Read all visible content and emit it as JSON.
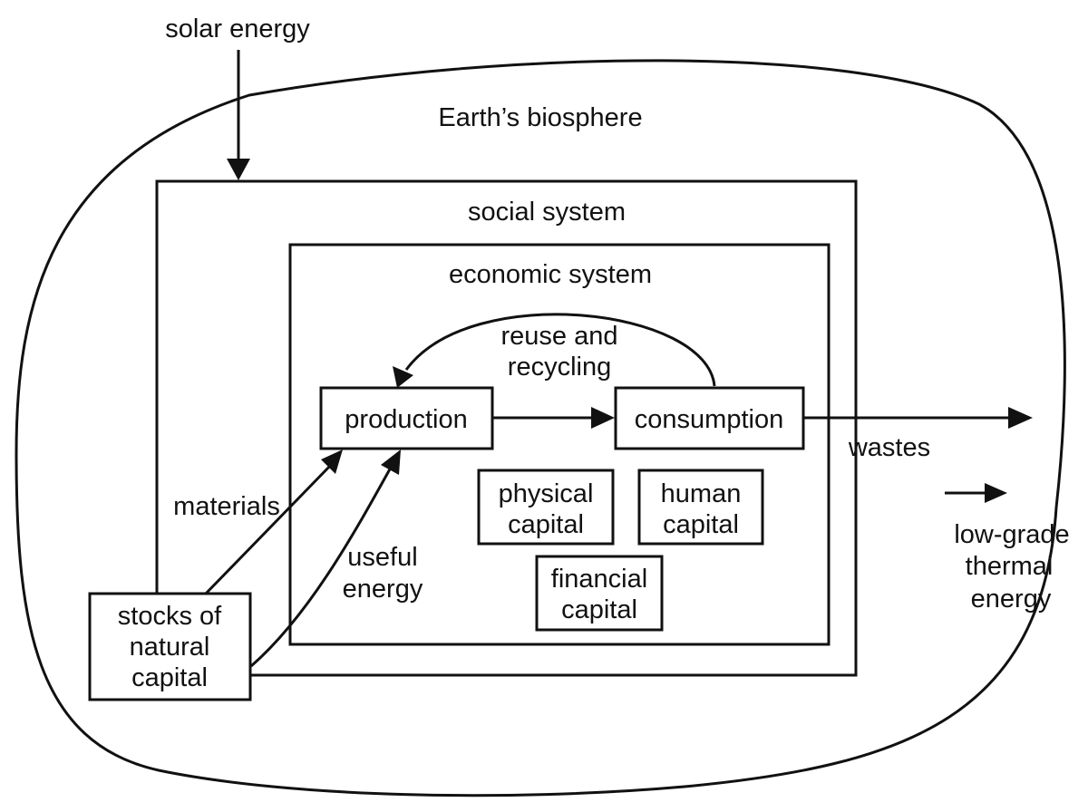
{
  "labels": {
    "solar_energy": "solar energy",
    "biosphere": "Earth’s biosphere",
    "social_system": "social system",
    "economic_system": "economic system",
    "reuse_1": "reuse and",
    "reuse_2": "recycling",
    "production": "production",
    "consumption": "consumption",
    "materials": "materials",
    "useful_1": "useful",
    "useful_2": "energy",
    "physical_1": "physical",
    "physical_2": "capital",
    "human_1": "human",
    "human_2": "capital",
    "financial_1": "financial",
    "financial_2": "capital",
    "stocks_1": "stocks of",
    "stocks_2": "natural",
    "stocks_3": "capital",
    "wastes": "wastes",
    "thermal_1": "low-grade",
    "thermal_2": "thermal",
    "thermal_3": "energy"
  },
  "colors": {
    "ink": "#111111",
    "background": "#ffffff"
  }
}
